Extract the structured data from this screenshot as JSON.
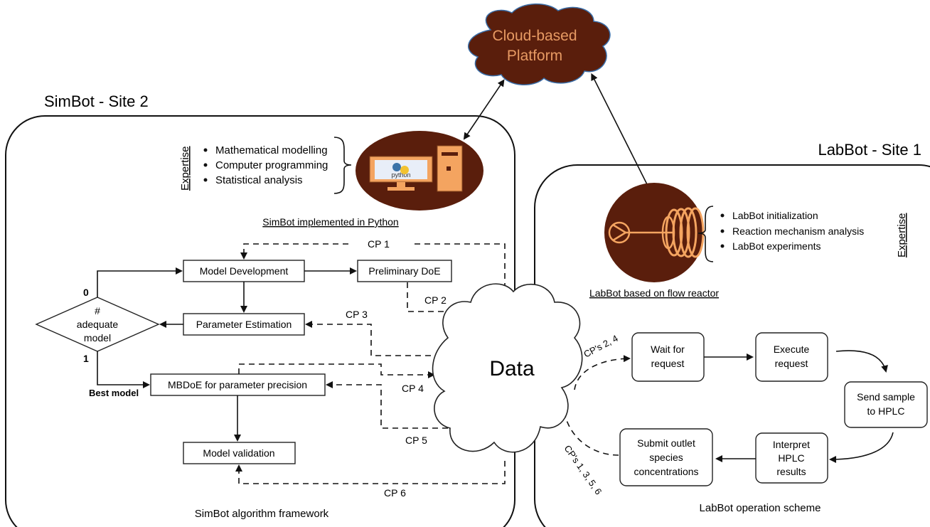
{
  "cloud": {
    "line1": "Cloud-based",
    "line2": "Platform"
  },
  "simbot": {
    "title": "SimBot - Site 2",
    "expertise_label": "Expertise",
    "expertise_items": [
      "Mathematical modelling",
      "Computer programming",
      "Statistical analysis"
    ],
    "implemented_caption": "SimBot implemented in Python",
    "python_logo_text": "python",
    "framework_caption": "SimBot algorithm framework",
    "boxes": {
      "model_development": "Model Development",
      "preliminary_doe": "Preliminary DoE",
      "parameter_estimation": "Parameter Estimation",
      "mbdoe": "MBDoE for parameter precision",
      "model_validation": "Model validation"
    },
    "decision": {
      "line1": "#",
      "line2": "adequate",
      "line3": "model"
    },
    "branch_no": "0",
    "branch_yes": "1",
    "best_model": "Best model",
    "checkpoints": {
      "cp1": "CP 1",
      "cp2": "CP 2",
      "cp3": "CP 3",
      "cp4": "CP 4",
      "cp5": "CP 5",
      "cp6": "CP 6"
    }
  },
  "data_cloud": {
    "label": "Data"
  },
  "labbot": {
    "title": "LabBot - Site 1",
    "expertise_label": "Expertise",
    "expertise_items": [
      "LabBot initialization",
      "Reaction mechanism analysis",
      "LabBot experiments"
    ],
    "caption": "LabBot based on flow reactor",
    "scheme_caption": "LabBot operation scheme",
    "boxes": {
      "wait": [
        "Wait for",
        "request"
      ],
      "execute": [
        "Execute",
        "request"
      ],
      "send": [
        "Send sample",
        "to HPLC"
      ],
      "interpret": [
        "Interpret",
        "HPLC",
        "results"
      ],
      "submit": [
        "Submit outlet",
        "species",
        "concentrations"
      ]
    },
    "cps_in": "CP's 2, 4",
    "cps_out": "CP's 1, 3, 5, 6"
  },
  "colors": {
    "cloud_fill": "#5a1e0c",
    "cloud_text": "#e79a63",
    "accent_orange": "#f4a460"
  }
}
